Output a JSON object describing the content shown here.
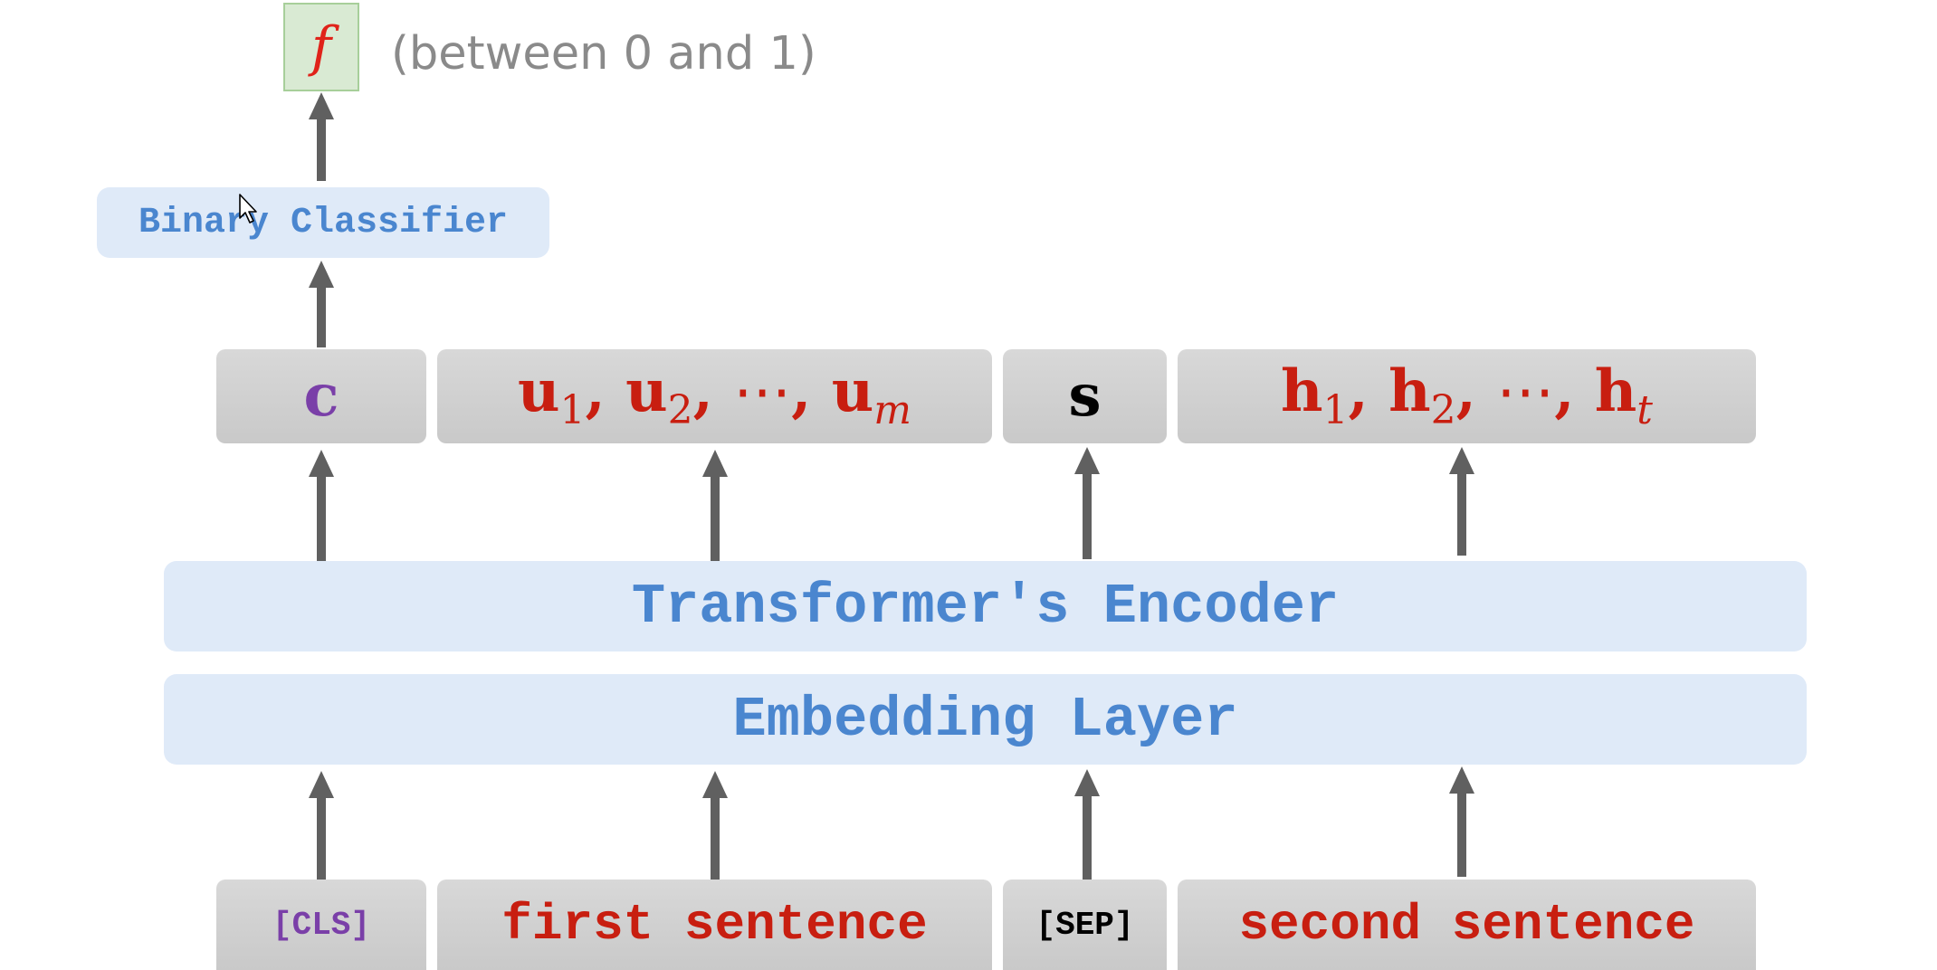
{
  "output": {
    "symbol": "f",
    "note": "(between 0 and 1)"
  },
  "layers": {
    "binary_classifier": "Binary Classifier",
    "encoder": "Transformer′s Encoder",
    "embedding": "Embedding Layer"
  },
  "outputs": {
    "c": "c",
    "u": {
      "base": "u",
      "sub1": "1",
      "sub2": "2",
      "subm": "m",
      "sep": ",",
      "dots": "⋯"
    },
    "s": "s",
    "h": {
      "base": "h",
      "sub1": "1",
      "sub2": "2",
      "subt": "t",
      "sep": ",",
      "dots": "⋯"
    }
  },
  "inputs": {
    "cls": "[CLS]",
    "first": "first sentence",
    "sep": "[SEP]",
    "second": "second sentence"
  },
  "colors": {
    "red": "#c81e10",
    "purple": "#7a3fa8",
    "blue_text": "#4a86cf",
    "layer_bg": "#dfeaf8",
    "grey_box": "#d0d0d0",
    "arrow": "#606060",
    "f_box": "#d9ead3"
  },
  "icons": {
    "cursor": "mouse-pointer-icon"
  }
}
